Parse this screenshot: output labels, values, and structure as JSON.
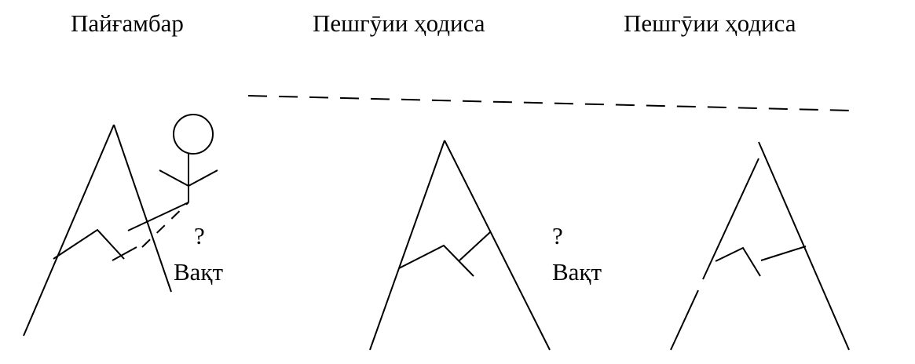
{
  "headings": {
    "prophet": "Пайғамбар",
    "prediction_1": "Пешгӯии ҳодиса",
    "prediction_2": "Пешгӯии ҳодиса"
  },
  "panels": [
    {
      "question": "?",
      "time": "Вақт"
    },
    {
      "question": "?",
      "time": "Вақт"
    }
  ],
  "colors": {
    "ink": "#000000",
    "background": "#ffffff"
  }
}
